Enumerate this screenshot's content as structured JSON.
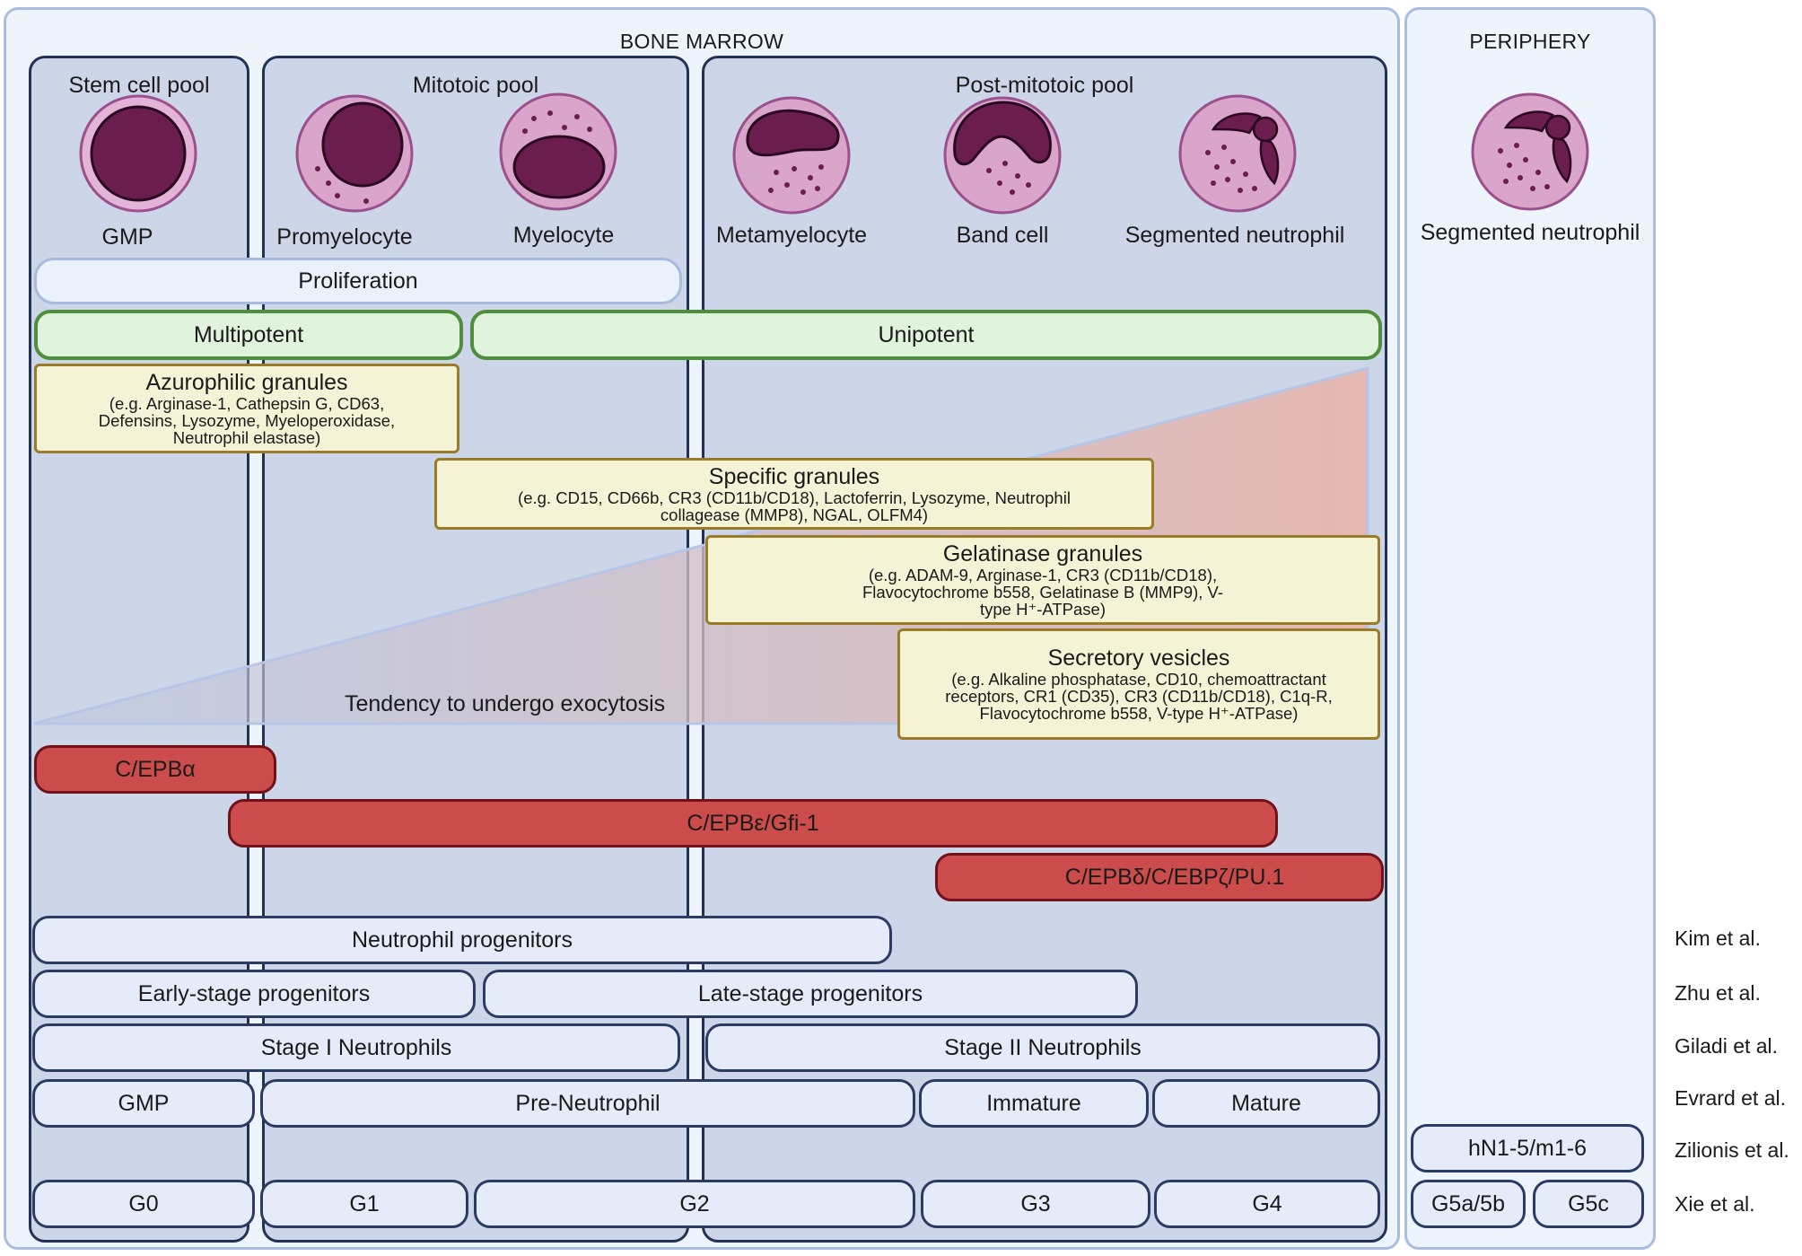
{
  "regions": {
    "bone_marrow": "BONE MARROW",
    "periphery": "PERIPHERY"
  },
  "pools": {
    "stem": "Stem cell pool",
    "mitotic": "Mitotoic pool",
    "post_mitotic": "Post-mitotoic pool"
  },
  "cells": {
    "gmp": "GMP",
    "promyelocyte": "Promyelocyte",
    "myelocyte": "Myelocyte",
    "metamyelocyte": "Metamyelocyte",
    "band": "Band cell",
    "segmented": "Segmented neutrophil",
    "segmented_periphery": "Segmented neutrophil"
  },
  "bands": {
    "proliferation": "Proliferation",
    "multipotent": "Multipotent",
    "unipotent": "Unipotent"
  },
  "granules": {
    "azurophilic": {
      "title": "Azurophilic granules",
      "desc": "(e.g. Arginase-1, Cathepsin G, CD63, Defensins, Lysozyme, Myeloperoxidase, Neutrophil elastase)"
    },
    "specific": {
      "title": "Specific granules",
      "desc": "(e.g. CD15, CD66b, CR3 (CD11b/CD18), Lactoferrin, Lysozyme, Neutrophil collagease (MMP8), NGAL, OLFM4)"
    },
    "gelatinase": {
      "title": "Gelatinase granules",
      "desc": "(e.g. ADAM-9, Arginase-1, CR3 (CD11b/CD18), Flavocytochrome b558, Gelatinase B (MMP9), V-type H⁺-ATPase)"
    },
    "secretory": {
      "title": "Secretory vesicles",
      "desc": "(e.g. Alkaline phosphatase, CD10, chemoattractant receptors, CR1 (CD35), CR3 (CD11b/CD18), C1q-R, Flavocytochrome b558, V-type H⁺-ATPase)"
    }
  },
  "exocytosis_label": "Tendency to undergo exocytosis",
  "transcription_factors": {
    "cebpa": "C/EPBα",
    "cebpe": "C/EPBε/Gfi-1",
    "cebpd": "C/EPBδ/C/EBPζ/PU.1"
  },
  "classifications": {
    "kim": {
      "ref": "Kim et al.",
      "items": [
        "Neutrophil progenitors"
      ]
    },
    "zhu": {
      "ref": "Zhu et al.",
      "items": [
        "Early-stage progenitors",
        "Late-stage progenitors"
      ]
    },
    "giladi": {
      "ref": "Giladi et al.",
      "items": [
        "Stage I Neutrophils",
        "Stage II Neutrophils"
      ]
    },
    "evrard": {
      "ref": "Evrard et al.",
      "items": [
        "GMP",
        "Pre-Neutrophil",
        "Immature",
        "Mature"
      ]
    },
    "zilionis": {
      "ref": "Zilionis et al.",
      "items": [
        "hN1-5/m1-6"
      ]
    },
    "xie": {
      "ref": "Xie et al.",
      "items": [
        "G0",
        "G1",
        "G2",
        "G3",
        "G4",
        "G5a/5b",
        "G5c"
      ]
    }
  },
  "colors": {
    "nucleus": "#6b1d50",
    "cytoplasm": "#d9a5cb",
    "cell_border": "#9b4f8c",
    "tf_red": "#cc4b4b",
    "exocytosis_wedge": "#e7b6ad"
  }
}
